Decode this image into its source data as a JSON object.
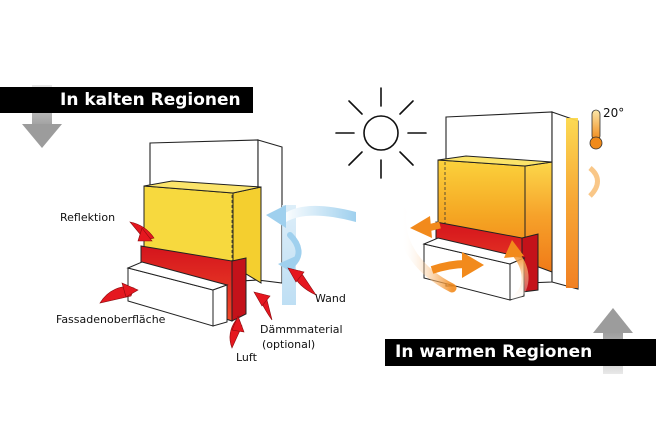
{
  "cold_section": {
    "title": "In kalten Regionen",
    "labels": {
      "reflection": "Reflektion",
      "facade_surface": "Fassadenoberfläche",
      "air": "Luft",
      "insulation": "Dämmmaterial",
      "insulation_note": "(optional)",
      "wall": "Wand"
    },
    "arrow_icon": "arrow-down-icon"
  },
  "warm_section": {
    "title": "In warmen Regionen",
    "temperature": "20°",
    "thermometer_icon": "thermometer-icon",
    "sun_icon": "sun-icon",
    "arrow_icon": "arrow-up-icon"
  },
  "colors": {
    "yellow_panel": "#f7d93e",
    "red_panel": "#e5171f",
    "orange_panel": "#f39c1a",
    "arrow_grey": "#a8a8a8",
    "cold_arrow_blue": "#a8d3ef",
    "warm_arrow_orange": "#f18a1c",
    "banner": "#000000"
  }
}
